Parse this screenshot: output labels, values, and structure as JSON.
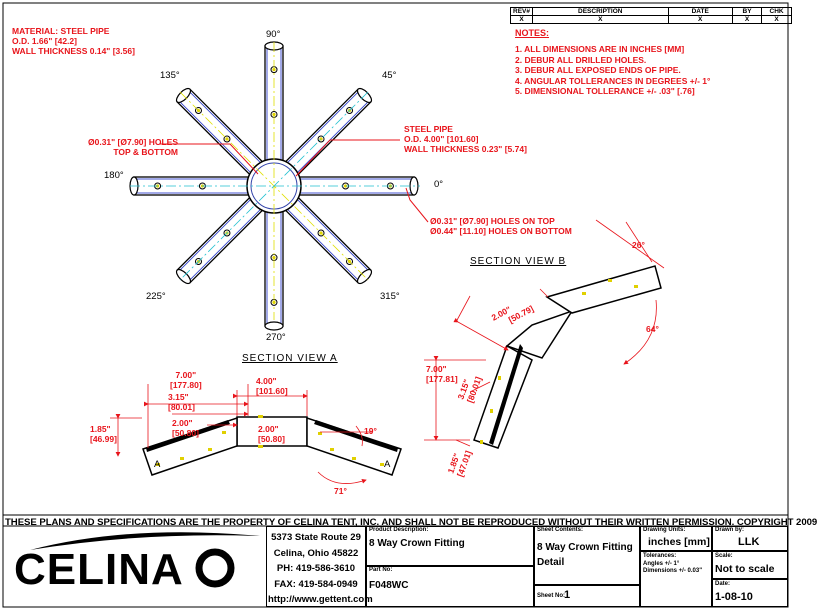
{
  "material": [
    "MATERIAL: STEEL PIPE",
    "O.D. 1.66\" [42.2]",
    "WALL THICKNESS 0.14\" [3.56]"
  ],
  "steel_pipe": [
    "STEEL PIPE",
    "O.D. 4.00\" [101.60]",
    "WALL THICKNESS 0.23\" [5.74]"
  ],
  "holes_tb": [
    "Ø0.31\" [Ø7.90] HOLES",
    "TOP & BOTTOM"
  ],
  "holes_top_bottom": [
    "Ø0.31\" [Ø7.90] HOLES ON TOP",
    "Ø0.44\" [11.10] HOLES ON BOTTOM"
  ],
  "angles": {
    "a90": "90°",
    "a45": "45°",
    "a135": "135°",
    "a180": "180°",
    "a0": "0°",
    "a225": "225°",
    "a315": "315°",
    "a270": "270°"
  },
  "rev_table": {
    "headers": [
      "REV#",
      "DESCRIPTION",
      "DATE",
      "BY",
      "CHK"
    ],
    "row": [
      "X",
      "X",
      "X",
      "X",
      "X"
    ]
  },
  "notes_title": "NOTES:",
  "notes": [
    "1. ALL DIMENSIONS ARE IN INCHES [MM]",
    "2. DEBUR ALL DRILLED HOLES.",
    "3. DEBUR ALL EXPOSED ENDS OF PIPE.",
    "4. ANGULAR TOLLERANCES IN DEGREES +/- 1°",
    "5. DIMENSIONAL TOLLERANCE +/- .03\" [.76]"
  ],
  "section_a": {
    "title": "SECTION VIEW A",
    "d700": [
      "7.00\"",
      "[177.80]"
    ],
    "d315": [
      "3.15\"",
      "[80.01]"
    ],
    "d200": [
      "2.00\"",
      "[50.80]"
    ],
    "d185": [
      "1.85\"",
      "[46.99]"
    ],
    "d400": [
      "4.00\"",
      "[101.60]"
    ],
    "dcenter": [
      "2.00\"",
      "[50.80]"
    ],
    "a19": "19°",
    "a71": "71°",
    "label_a": "A"
  },
  "section_b": {
    "title": "SECTION VIEW B",
    "d200": [
      "2.00\"",
      "[50.79]"
    ],
    "d700": [
      "7.00\"",
      "[177.81]"
    ],
    "d315": [
      "3.15\"",
      "[80.01]"
    ],
    "d185": [
      "1.85\"",
      "[47.01]"
    ],
    "a26": "26°",
    "a64": "64°"
  },
  "copyright": "THESE PLANS AND SPECIFICATIONS ARE THE PROPERTY OF CELINA TENT, INC. AND SHALL NOT BE REPRODUCED WITHOUT THEIR WRITTEN PERMISSION. COPYRIGHT 2009",
  "title_block": {
    "logo": "CELINA",
    "address": [
      "5373 State Route 29",
      "Celina, Ohio 45822",
      "PH: 419-586-3610",
      "FAX: 419-584-0949",
      "http://www.gettent.com"
    ],
    "product_desc_label": "Product Description:",
    "product_desc": "8 Way Crown Fitting",
    "part_no_label": "Part No:",
    "part_no": "F048WC",
    "sheet_contents_label": "Sheet Contents:",
    "sheet_contents": [
      "8 Way Crown Fitting",
      "Detail"
    ],
    "sheet_no_label": "Sheet No:",
    "sheet_no": "1",
    "drawing_units_label": "Drawing Units:",
    "drawing_units": "inches [mm]",
    "tolerances_label": "Tolerances:",
    "tolerances": [
      "Angles +/- 1°",
      "Dimensions +/- 0.03\""
    ],
    "drawn_by_label": "Drawn by:",
    "drawn_by": "LLK",
    "scale_label": "Scale:",
    "scale": "Not to scale",
    "date_label": "Date:",
    "date": "1-08-10"
  }
}
